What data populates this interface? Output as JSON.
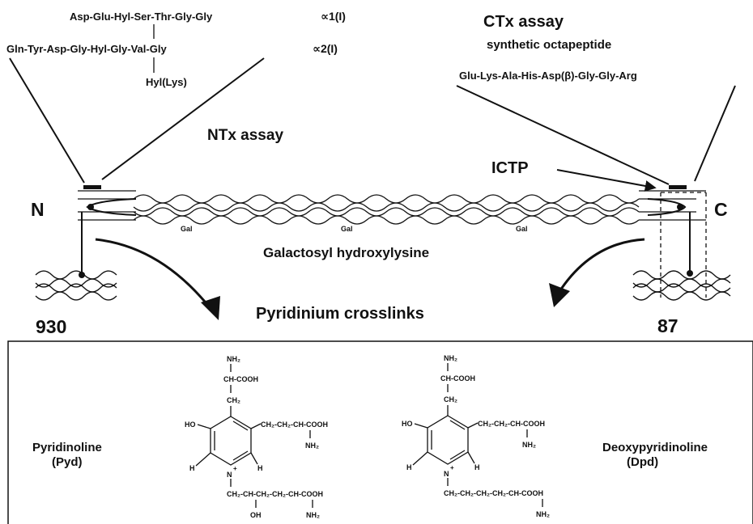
{
  "ntx": {
    "seq_alpha1": "Asp-Glu-Hyl-Ser-Thr-Gly-Gly",
    "alpha1_label": "∝1(I)",
    "seq_alpha2": "Gln-Tyr-Asp-Gly-Hyl-Gly-Val-Gly",
    "alpha2_label": "∝2(I)",
    "hyl_label": "Hyl(Lys)",
    "assay_label": "NTx assay"
  },
  "ctx": {
    "assay_label": "CTx assay",
    "subtitle": "synthetic octapeptide",
    "sequence": "Glu-Lys-Ala-His-Asp(β)-Gly-Gly-Arg"
  },
  "ictp_label": "ICTP",
  "n_label": "N",
  "c_label": "C",
  "gal_labels": [
    "Gal",
    "Gal",
    "Gal"
  ],
  "galactosyl_label": "Galactosyl hydroxylysine",
  "pyridinium_label": "Pyridinium crosslinks",
  "number_left": "930",
  "number_right": "87",
  "pyd": {
    "name": "Pyridinoline",
    "abbr": "(Pyd)",
    "top_nh2": "NH₂",
    "ch_cooh": "CH-COOH",
    "ch2": "CH₂",
    "ho": "HO",
    "side_chain": "CH₂-CH₂-CH-COOH",
    "side_nh2": "NH₂",
    "h_left": "H",
    "h_right": "H",
    "n_plus": "N",
    "plus": "+",
    "bottom_chain": "CH₂-CH-CH₂-CH₂-CH-COOH",
    "oh": "OH",
    "bottom_nh2": "NH₂"
  },
  "dpd": {
    "name": "Deoxypyridinoline",
    "abbr": "(Dpd)",
    "top_nh2": "NH₂",
    "ch_cooh": "CH-COOH",
    "ch2": "CH₂",
    "ho": "HO",
    "side_chain": "CH₂-CH₂-CH-COOH",
    "side_nh2": "NH₂",
    "h_left": "H",
    "h_right": "H",
    "n_plus": "N",
    "plus": "+",
    "bottom_chain": "CH₂-CH₂-CH₂-CH₂-CH-COOH",
    "bottom_nh2": "NH₂"
  }
}
